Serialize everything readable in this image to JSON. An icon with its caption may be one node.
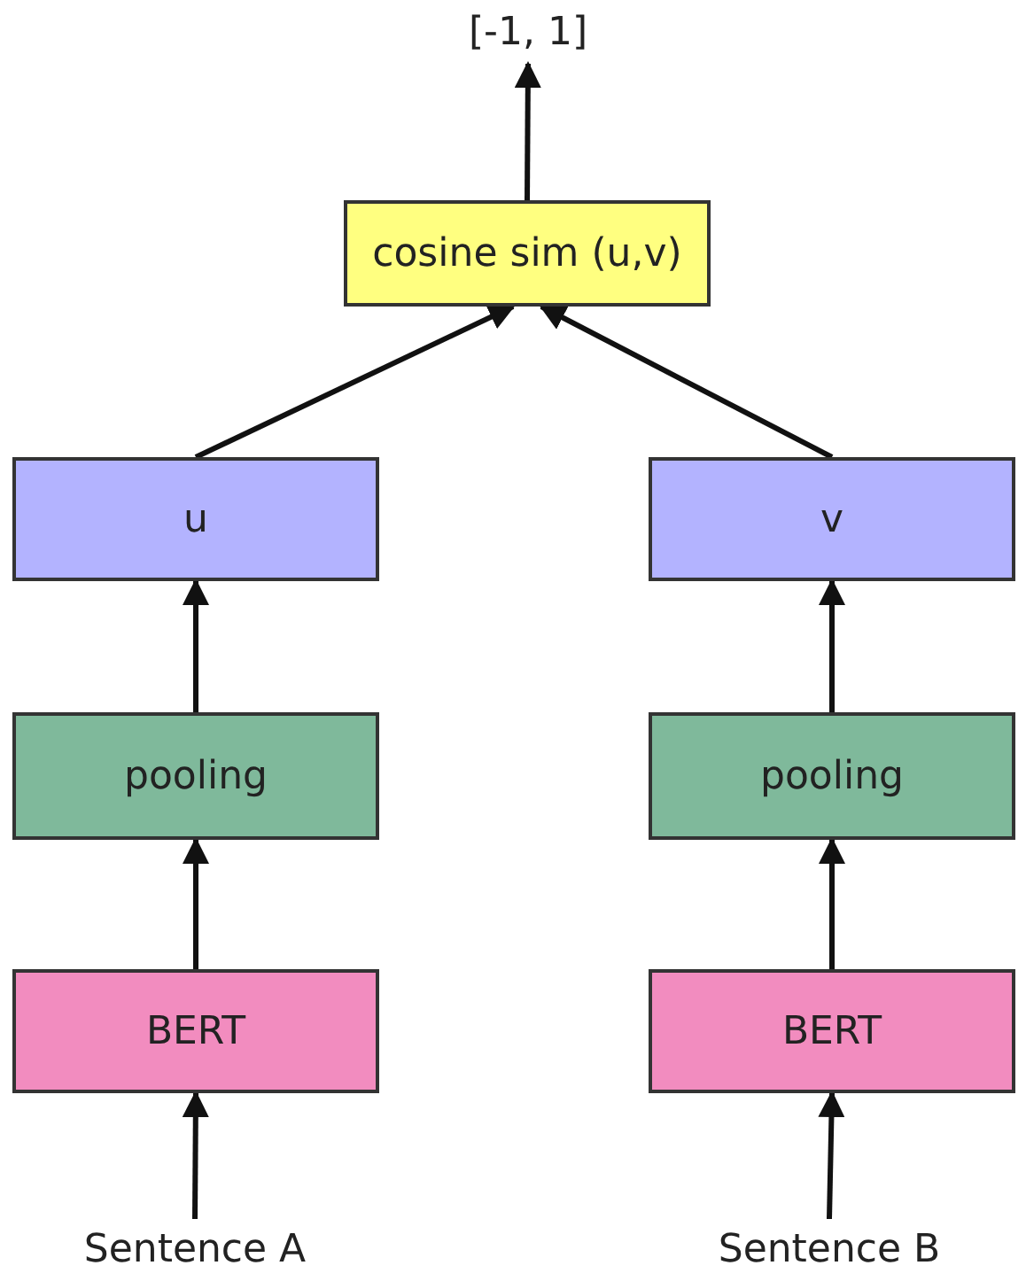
{
  "diagram": {
    "nodes": [
      {
        "text": [
          "[-1, 1]"
        ]
      },
      {
        "text": [
          "cosine sim (u,v)"
        ]
      },
      {
        "text": [
          "u"
        ]
      },
      {
        "text": [
          "v"
        ]
      },
      {
        "text": [
          "pooling"
        ]
      },
      {
        "text": [
          "pooling"
        ]
      },
      {
        "text": [
          "BERT"
        ]
      },
      {
        "text": [
          "BERT"
        ]
      },
      {
        "text": [
          "Sentence A"
        ]
      },
      {
        "text": [
          "Sentence B"
        ]
      }
    ],
    "edges": [
      {
        "from": 8,
        "to": 6,
        "arrow": "to"
      },
      {
        "from": 6,
        "to": 4,
        "arrow": "to"
      },
      {
        "from": 4,
        "to": 2,
        "arrow": "to"
      },
      {
        "from": 2,
        "to": 1,
        "arrow": "to"
      },
      {
        "from": 9,
        "to": 7,
        "arrow": "to"
      },
      {
        "from": 7,
        "to": 5,
        "arrow": "to"
      },
      {
        "from": 5,
        "to": 3,
        "arrow": "to"
      },
      {
        "from": 3,
        "to": 1,
        "arrow": "to"
      },
      {
        "from": 1,
        "to": 0,
        "arrow": "to"
      }
    ]
  }
}
